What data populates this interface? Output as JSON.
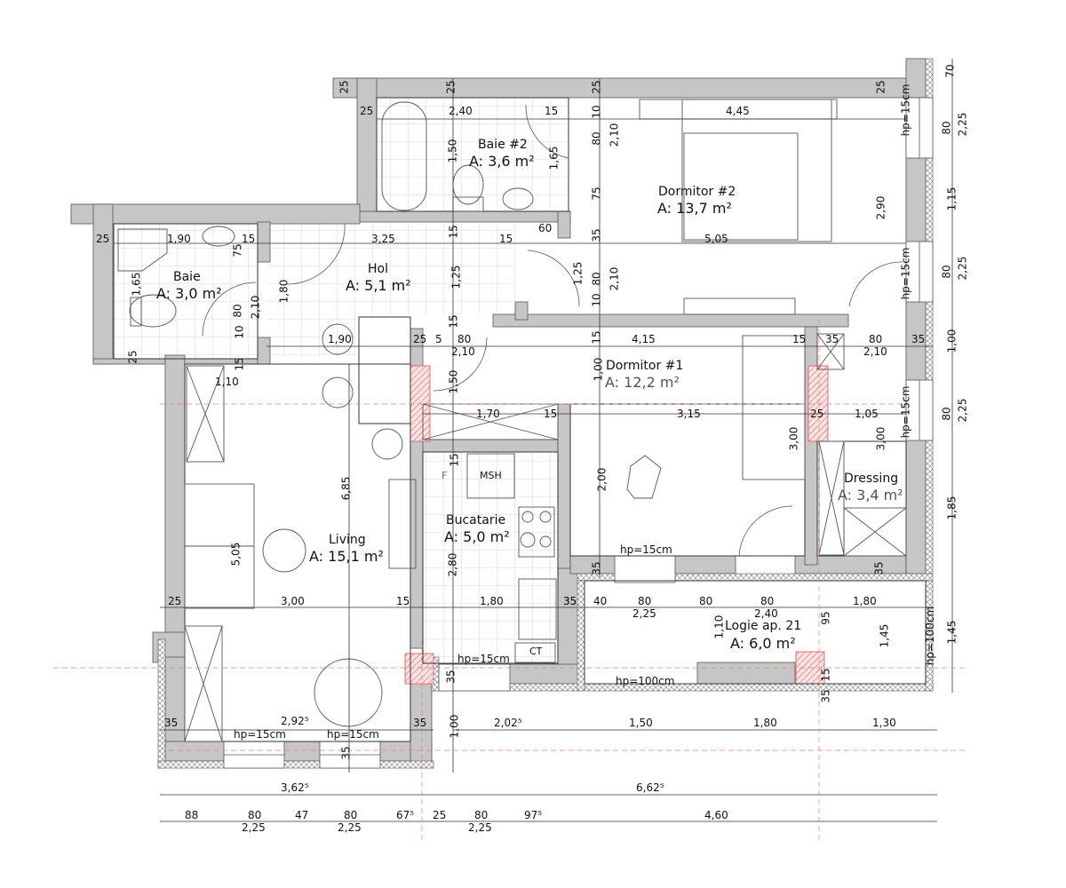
{
  "plan": {
    "wall_color": "#c6c6c6",
    "insulation_color": "#ffffff",
    "line_color": "#2a2a2a",
    "hatch_color": "#e05050",
    "axis_color": "#e08080"
  },
  "rooms": [
    {
      "id": "baie-2",
      "name": "Baie #2",
      "area": "A: 3,6 m²"
    },
    {
      "id": "dormitor-2",
      "name": "Dormitor #2",
      "area": "A: 13,7 m²"
    },
    {
      "id": "baie",
      "name": "Baie",
      "area": "A: 3,0 m²"
    },
    {
      "id": "hol",
      "name": "Hol",
      "area": "A: 5,1 m²"
    },
    {
      "id": "dormitor-1",
      "name": "Dormitor #1",
      "area": "A: 12,2 m²"
    },
    {
      "id": "bucatarie",
      "name": "Bucatarie",
      "area": "A: 5,0 m²"
    },
    {
      "id": "living",
      "name": "Living",
      "area": "A: 15,1 m²"
    },
    {
      "id": "dressing",
      "name": "Dressing",
      "area": "A: 3,4 m²"
    },
    {
      "id": "logie",
      "name": "Logie ap. 21",
      "area": "A: 6,0 m²"
    }
  ],
  "fixtures": {
    "msh": "MSH",
    "ct": "CT",
    "fridge": "F"
  },
  "notes": {
    "hp15": "hp=15cm",
    "hp100": "hp=100cm"
  },
  "dimensions": {
    "top": [
      "25",
      "25",
      "25",
      "25",
      "25",
      "2,40",
      "15",
      "10",
      "4,45"
    ],
    "baie2_v": [
      "1,50",
      "1,65",
      "80",
      "2,10",
      "75",
      "35"
    ],
    "dormitor2": [
      "2,90",
      "5,05",
      "60",
      "15"
    ],
    "baie": [
      "25",
      "1,90",
      "15",
      "75",
      "1,65",
      "80",
      "2,10",
      "10",
      "25",
      "1,80"
    ],
    "hol": [
      "3,25",
      "15",
      "1,25",
      "15",
      "1,90",
      "25",
      "5",
      "80",
      "2,10",
      "1,25",
      "10",
      "80",
      "2,10"
    ],
    "dormitor1": [
      "15",
      "4,15",
      "15",
      "35",
      "80",
      "2,10",
      "35",
      "1,00",
      "1,50",
      "1,70",
      "15",
      "3,15",
      "25",
      "1,05",
      "3,00",
      "3,00",
      "2,00"
    ],
    "living": [
      "1,10",
      "15",
      "6,85",
      "5,05",
      "25",
      "3,00",
      "15",
      "35",
      "2,92⁵",
      "35",
      "35"
    ],
    "kitchen": [
      "15",
      "2,80",
      "1,80",
      "35",
      "35"
    ],
    "logie": [
      "35",
      "40",
      "80",
      "2,25",
      "80",
      "1,10",
      "80",
      "2,40",
      "95",
      "1,80",
      "1,45",
      "15",
      "35",
      "35",
      "35"
    ],
    "right_chain": [
      "70",
      "80",
      "2,25",
      "1,15",
      "80",
      "2,25",
      "1,00",
      "80",
      "2,25",
      "1,85",
      "1,45"
    ],
    "bottom_row1": [
      "1,00",
      "2,02⁵",
      "1,50",
      "1,80",
      "1,30"
    ],
    "bottom_total": [
      "3,62⁵",
      "6,62⁵"
    ],
    "bottom_row2": [
      "88",
      "80",
      "2,25",
      "47",
      "80",
      "2,25",
      "67⁵",
      "25",
      "80",
      "2,25",
      "97⁵",
      "4,60"
    ]
  }
}
